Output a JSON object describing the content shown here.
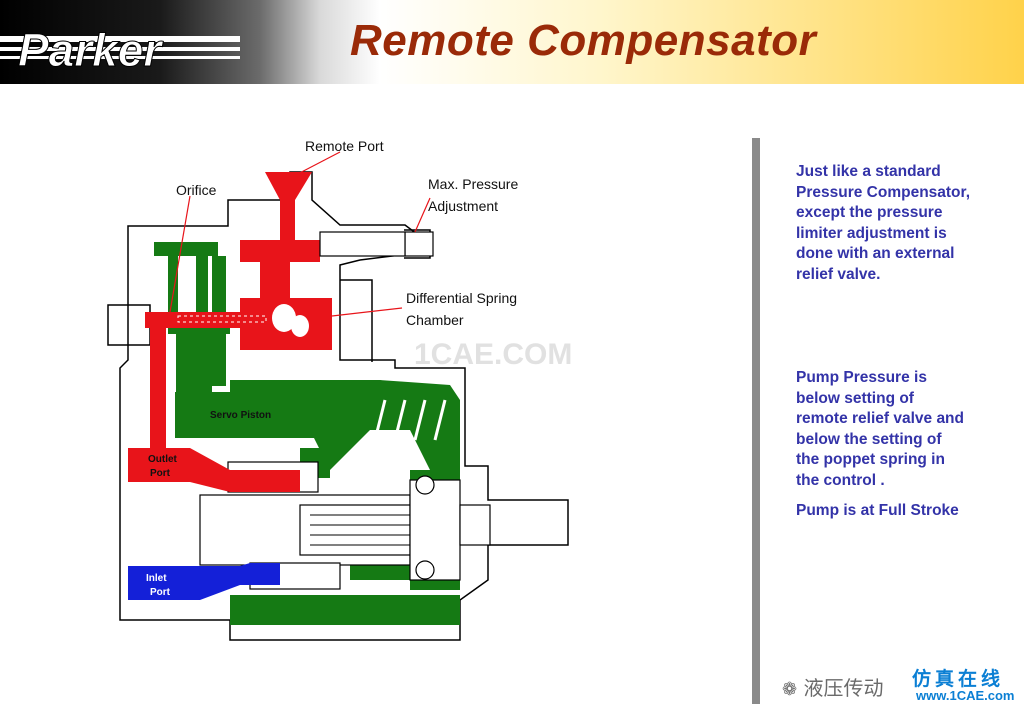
{
  "header": {
    "logo_text": "Parker",
    "title": "Remote Compensator"
  },
  "diagram": {
    "labels": {
      "remote_port": "Remote Port",
      "orifice": "Orifice",
      "max_pressure_line1": "Max. Pressure",
      "max_pressure_line2": "Adjustment",
      "diff_spring_line1": "Differential Spring",
      "diff_spring_line2": "Chamber",
      "servo_piston": "Servo Piston",
      "outlet_line1": "Outlet",
      "outlet_line2": "Port",
      "inlet_line1": "Inlet",
      "inlet_line2": "Port"
    },
    "colors": {
      "pressure": "#e8141a",
      "case": "#157a14",
      "inlet": "#1420d8"
    }
  },
  "side": {
    "para1": "Just like a standard\nPressure Compensator,\nexcept the pressure\nlimiter adjustment is\ndone with an external\nrelief valve.",
    "para2": "       Pump Pressure is\nbelow  setting of\nremote relief valve and\nbelow  the setting of\nthe poppet spring in\nthe control .",
    "para3": "Pump is at Full Stroke"
  },
  "watermarks": {
    "center": "1CAE.COM",
    "wechat": "液压传动",
    "site_cn": "仿真在线",
    "site_url": "www.1CAE.com"
  }
}
